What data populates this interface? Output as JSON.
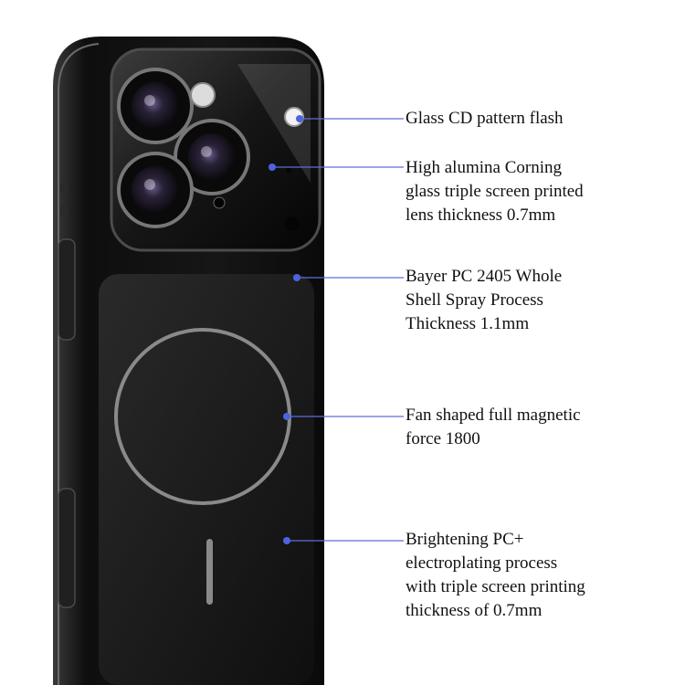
{
  "colors": {
    "callout_line": "#5a6fd8",
    "callout_dot": "#4d63e0",
    "case_body": "#141414",
    "magnetic_ring": "#8a8a8a",
    "camera_glass": "#1c1c1c"
  },
  "callouts": [
    {
      "lines": [
        "Glass CD pattern flash"
      ]
    },
    {
      "lines": [
        "High alumina Corning",
        "glass triple screen printed",
        "lens thickness 0.7mm"
      ]
    },
    {
      "lines": [
        "Bayer PC 2405 Whole",
        "Shell Spray Process",
        "Thickness 1.1mm"
      ]
    },
    {
      "lines": [
        "Fan shaped full magnetic",
        "force 1800"
      ]
    },
    {
      "lines": [
        "Brightening PC+",
        "electroplating process",
        "with triple screen printing",
        "thickness of 0.7mm"
      ]
    }
  ]
}
